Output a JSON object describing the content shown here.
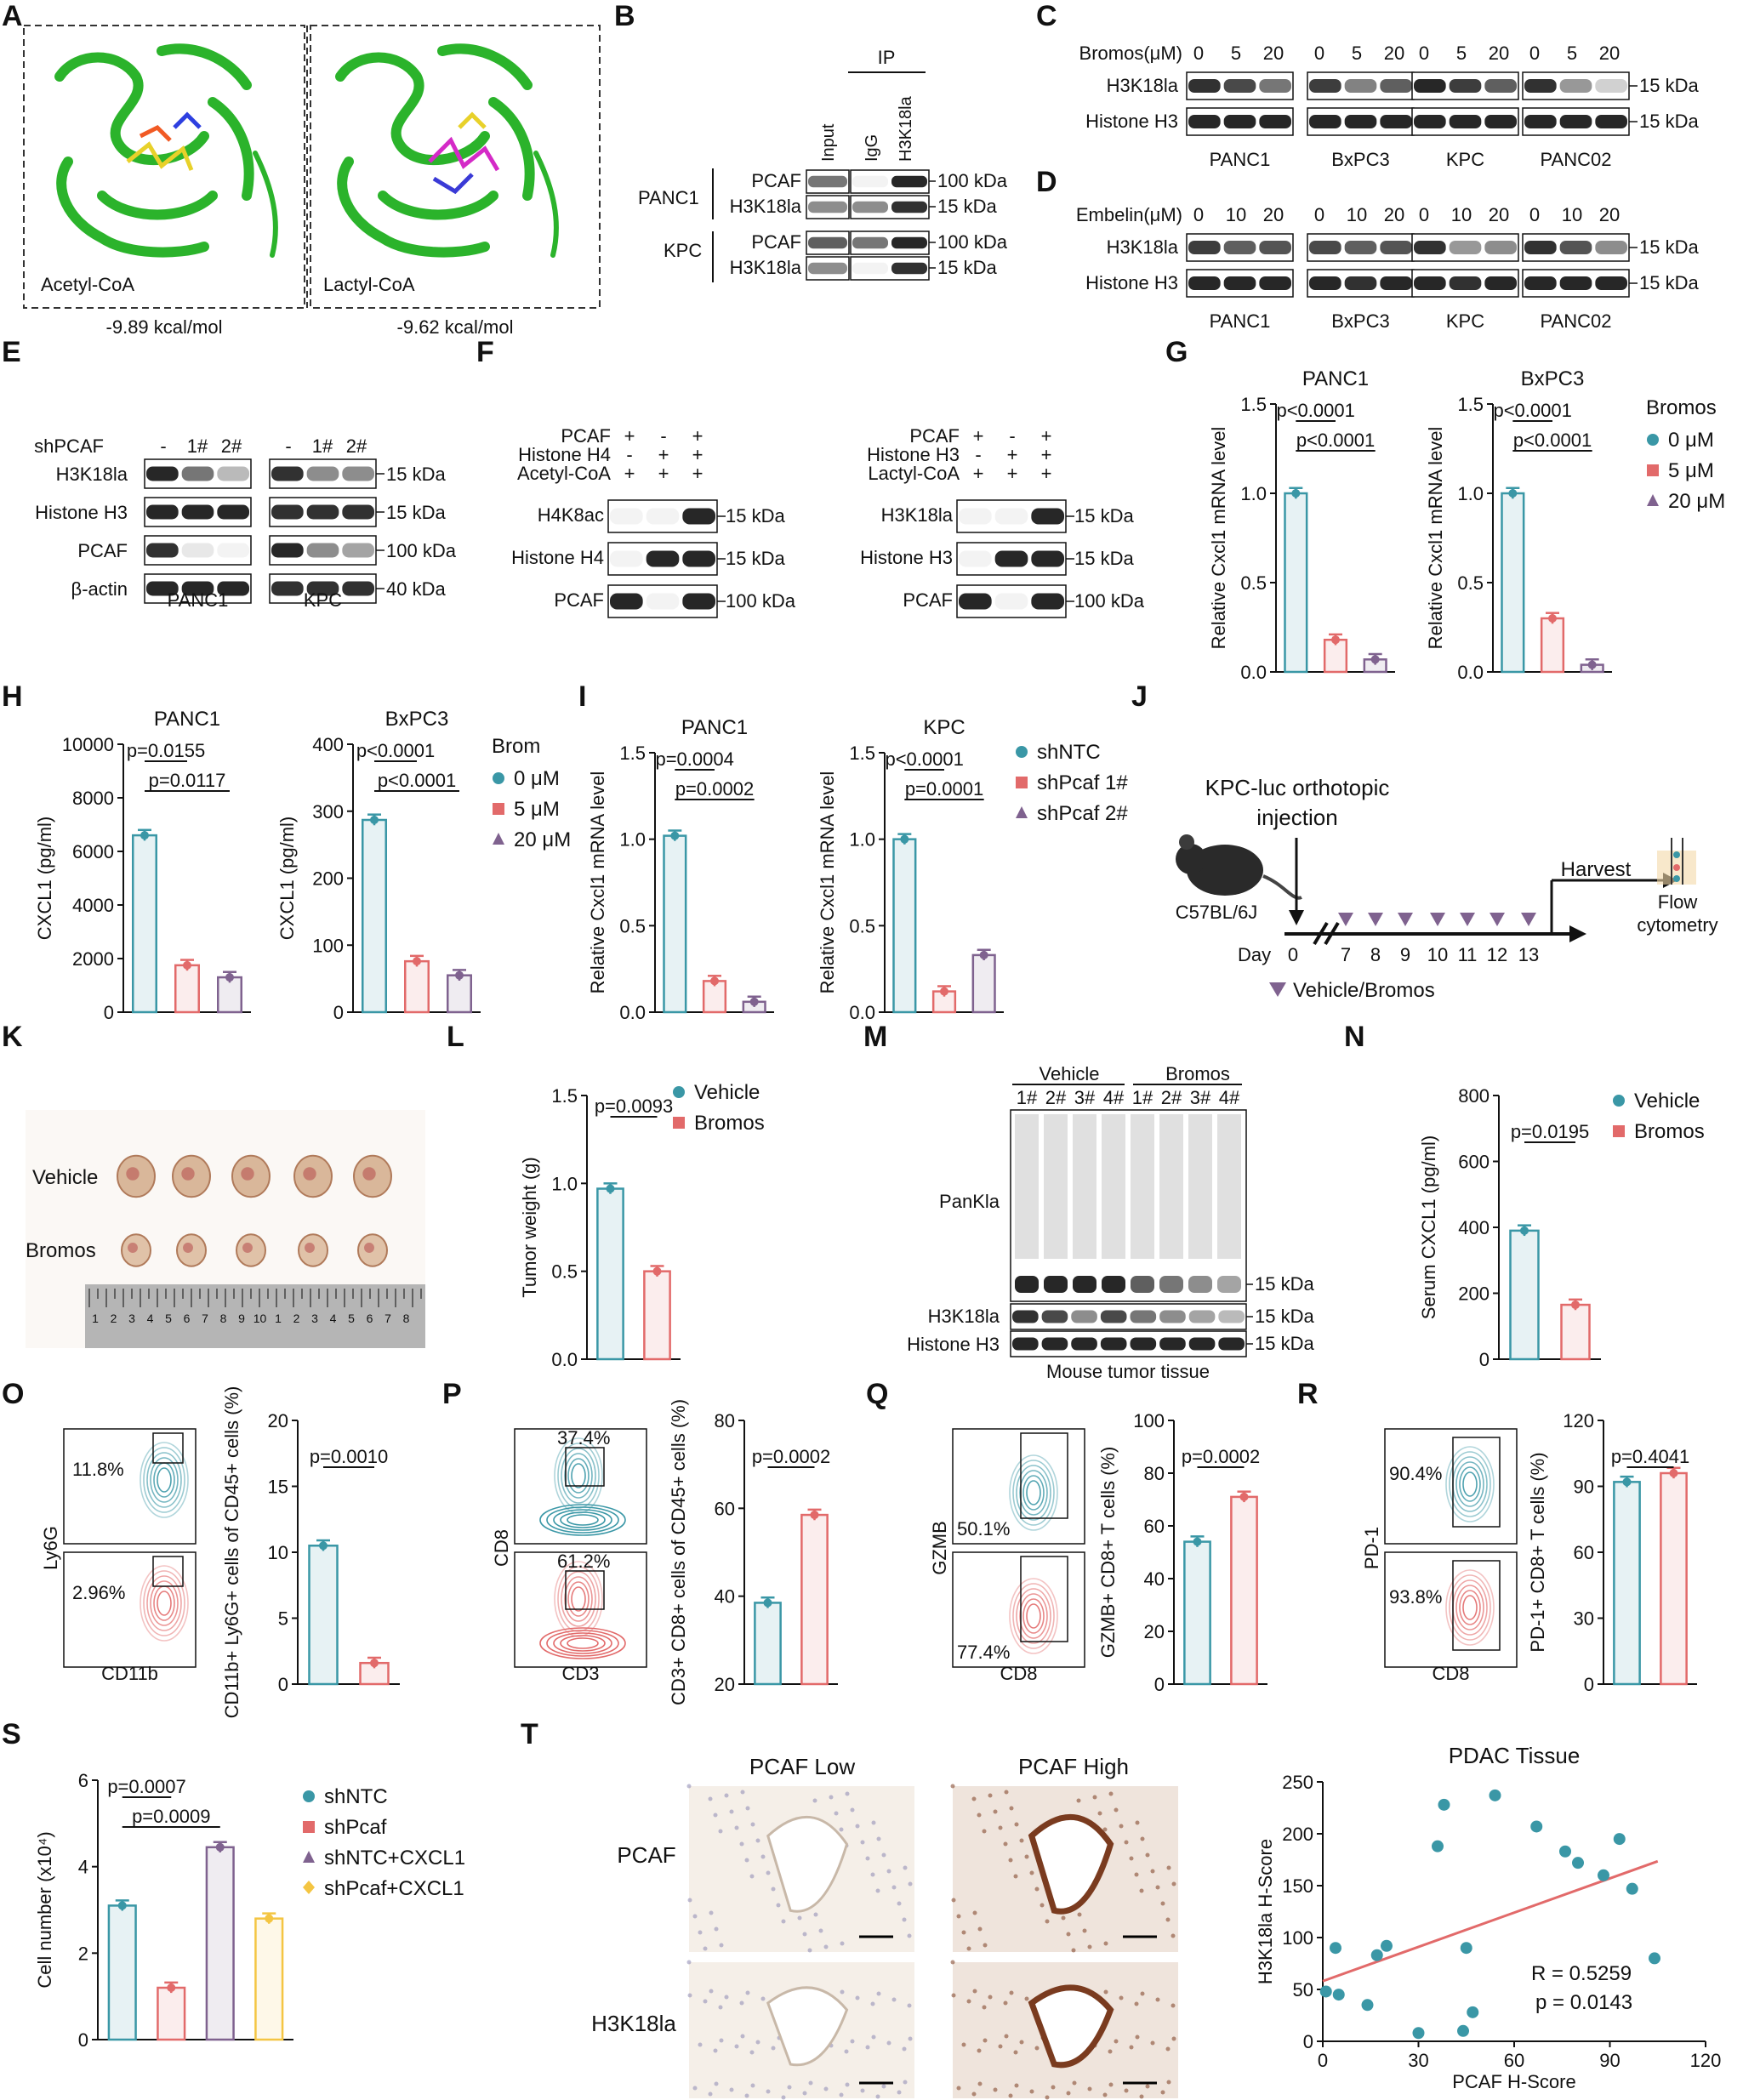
{
  "colors": {
    "teal": "#3a97a6",
    "red": "#e26a6a",
    "purple": "#7f628f",
    "yellow": "#f4c542",
    "blot": "#1b1b1b",
    "ihc_brown": "#7a3b1f",
    "tissue": "#f5efe8"
  },
  "panels": {
    "A": {
      "label": "A",
      "left": "Acetyl-CoA",
      "right": "Lactyl-CoA",
      "left_energy": "-9.89 kcal/mol",
      "right_energy": "-9.62 kcal/mol"
    },
    "B": {
      "label": "B",
      "ip": "IP",
      "cols": [
        "Input",
        "IgG",
        "H3K18la"
      ],
      "cells": [
        "PANC1",
        "KPC"
      ],
      "rows": [
        "PCAF",
        "H3K18la",
        "PCAF",
        "H3K18la"
      ],
      "sizes": [
        "100 kDa",
        "15 kDa",
        "100 kDa",
        "15 kDa"
      ]
    },
    "C": {
      "label": "C",
      "treat": "Bromos(μM)",
      "doses": [
        "0",
        "5",
        "20"
      ],
      "rows": [
        "H3K18la",
        "Histone H3"
      ],
      "sizes": [
        "15 kDa",
        "15 kDa"
      ],
      "cells": [
        "PANC1",
        "BxPC3",
        "KPC",
        "PANC02"
      ]
    },
    "D": {
      "label": "D",
      "treat": "Embelin(μM)",
      "doses": [
        "0",
        "10",
        "20"
      ],
      "rows": [
        "H3K18la",
        "Histone H3"
      ],
      "sizes": [
        "15 kDa",
        "15 kDa"
      ],
      "cells": [
        "PANC1",
        "BxPC3",
        "KPC",
        "PANC02"
      ]
    },
    "E": {
      "label": "E",
      "treat": "shPCAF",
      "lanes": [
        "-",
        "1#",
        "2#"
      ],
      "rows": [
        "H3K18la",
        "Histone H3",
        "PCAF",
        "β-actin"
      ],
      "sizes": [
        "15 kDa",
        "15 kDa",
        "100 kDa",
        "40 kDa"
      ],
      "cells": [
        "PANC1",
        "KPC"
      ]
    },
    "F": {
      "label": "F",
      "left_conditions": [
        "PCAF",
        "Histone H4",
        "Acetyl-CoA"
      ],
      "left_signs": [
        [
          "+",
          "-",
          "+"
        ],
        [
          "-",
          "+",
          "+"
        ],
        [
          "+",
          "+",
          "+"
        ]
      ],
      "left_rows": [
        "H4K8ac",
        "Histone H4",
        "PCAF"
      ],
      "right_conditions": [
        "PCAF",
        "Histone H3",
        "Lactyl-CoA"
      ],
      "right_signs": [
        [
          "+",
          "-",
          "+"
        ],
        [
          "-",
          "+",
          "+"
        ],
        [
          "+",
          "+",
          "+"
        ]
      ],
      "right_rows": [
        "H3K18la",
        "Histone H3",
        "PCAF"
      ],
      "sizes": [
        "15 kDa",
        "15 kDa",
        "100 kDa"
      ]
    },
    "G": {
      "label": "G",
      "legend_title": "Bromos",
      "legend": [
        "0 μM",
        "5 μM",
        "20 μM"
      ]
    },
    "H": {
      "label": "H",
      "legend_title": "Brom",
      "legend": [
        "0 μM",
        "5 μM",
        "20 μM"
      ]
    },
    "I": {
      "label": "I",
      "legend": [
        "shNTC",
        "shPcaf 1#",
        "shPcaf 2#"
      ]
    },
    "J": {
      "label": "J",
      "title1": "KPC-luc orthotopic",
      "title2": "injection",
      "mouse": "C57BL/6J",
      "day": "Day",
      "days": [
        "0",
        "7",
        "8",
        "9",
        "10",
        "11",
        "12",
        "13"
      ],
      "harvest": "Harvest",
      "flow1": "Flow",
      "flow2": "cytometry",
      "legend": "Vehicle/Bromos"
    },
    "K": {
      "label": "K",
      "rows": [
        "Vehicle",
        "Bromos"
      ],
      "ruler": [
        "1",
        "2",
        "3",
        "4",
        "5",
        "6",
        "7",
        "8",
        "9",
        "10",
        "1",
        "2",
        "3",
        "4",
        "5",
        "6",
        "7",
        "8"
      ]
    },
    "L": {
      "label": "L",
      "legend": [
        "Vehicle",
        "Bromos"
      ]
    },
    "M": {
      "label": "M",
      "groups": [
        "Vehicle",
        "Bromos"
      ],
      "lanes": [
        "1#",
        "2#",
        "3#",
        "4#",
        "1#",
        "2#",
        "3#",
        "4#"
      ],
      "rows": [
        "PanKla",
        "H3K18la",
        "Histone H3"
      ],
      "sizes": [
        "15 kDa",
        "15 kDa",
        "15 kDa"
      ],
      "caption": "Mouse tumor tissue"
    },
    "N": {
      "label": "N",
      "legend": [
        "Vehicle",
        "Bromos"
      ]
    },
    "O": {
      "label": "O",
      "xaxis": "CD11b",
      "yaxis": "Ly6G",
      "pct": [
        "11.8%",
        "2.96%"
      ]
    },
    "P": {
      "label": "P",
      "xaxis": "CD3",
      "yaxis": "CD8",
      "pct": [
        "37.4%",
        "61.2%"
      ]
    },
    "Q": {
      "label": "Q",
      "xaxis": "CD8",
      "yaxis": "GZMB",
      "pct": [
        "50.1%",
        "77.4%"
      ]
    },
    "R": {
      "label": "R",
      "xaxis": "CD8",
      "yaxis": "PD-1",
      "pct": [
        "90.4%",
        "93.8%"
      ]
    },
    "S": {
      "label": "S",
      "legend": [
        "shNTC",
        "shPcaf",
        "shNTC+CXCL1",
        "shPcaf+CXCL1"
      ]
    },
    "T": {
      "label": "T",
      "cols": [
        "PCAF Low",
        "PCAF High"
      ],
      "rows": [
        "PCAF",
        "H3K18la"
      ]
    }
  },
  "chart_data": [
    {
      "id": "G1",
      "type": "bar",
      "title": "PANC1",
      "categories": [
        "0 μM",
        "5 μM",
        "20 μM"
      ],
      "values": [
        1.0,
        0.18,
        0.07
      ],
      "ylabel": "Relative Cxcl1 mRNA level",
      "ylim": [
        0,
        1.5
      ],
      "yticks": [
        "0.0",
        "0.5",
        "1.0",
        "1.5"
      ],
      "annotations": [
        "p<0.0001",
        "p<0.0001"
      ]
    },
    {
      "id": "G2",
      "type": "bar",
      "title": "BxPC3",
      "categories": [
        "0 μM",
        "5 μM",
        "20 μM"
      ],
      "values": [
        1.0,
        0.3,
        0.04
      ],
      "ylabel": "Relative Cxcl1 mRNA level",
      "ylim": [
        0,
        1.5
      ],
      "yticks": [
        "0.0",
        "0.5",
        "1.0",
        "1.5"
      ],
      "annotations": [
        "p<0.0001",
        "p<0.0001"
      ]
    },
    {
      "id": "H1",
      "type": "bar",
      "title": "PANC1",
      "categories": [
        "0 μM",
        "5 μM",
        "20 μM"
      ],
      "values": [
        6600,
        1750,
        1300
      ],
      "ylabel": "CXCL1 (pg/ml)",
      "ylim": [
        0,
        10000
      ],
      "yticks": [
        "0",
        "2000",
        "4000",
        "6000",
        "8000",
        "10000"
      ],
      "annotations": [
        "p=0.0155",
        "p=0.0117"
      ]
    },
    {
      "id": "H2",
      "type": "bar",
      "title": "BxPC3",
      "categories": [
        "0 μM",
        "5 μM",
        "20 μM"
      ],
      "values": [
        287,
        76,
        55
      ],
      "ylabel": "CXCL1 (pg/ml)",
      "ylim": [
        0,
        400
      ],
      "yticks": [
        "0",
        "100",
        "200",
        "300",
        "400"
      ],
      "annotations": [
        "p<0.0001",
        "p<0.0001"
      ]
    },
    {
      "id": "I1",
      "type": "bar",
      "title": "PANC1",
      "categories": [
        "shNTC",
        "shPcaf 1#",
        "shPcaf 2#"
      ],
      "values": [
        1.02,
        0.18,
        0.06
      ],
      "ylabel": "Relative Cxcl1 mRNA level",
      "ylim": [
        0,
        1.5
      ],
      "yticks": [
        "0.0",
        "0.5",
        "1.0",
        "1.5"
      ],
      "annotations": [
        "p=0.0004",
        "p=0.0002"
      ]
    },
    {
      "id": "I2",
      "type": "bar",
      "title": "KPC",
      "categories": [
        "shNTC",
        "shPcaf 1#",
        "shPcaf 2#"
      ],
      "values": [
        1.0,
        0.12,
        0.33
      ],
      "ylabel": "Relative Cxcl1 mRNA level",
      "ylim": [
        0,
        1.5
      ],
      "yticks": [
        "0.0",
        "0.5",
        "1.0",
        "1.5"
      ],
      "annotations": [
        "p<0.0001",
        "p=0.0001"
      ]
    },
    {
      "id": "L",
      "type": "bar",
      "categories": [
        "Vehicle",
        "Bromos"
      ],
      "values": [
        0.97,
        0.5
      ],
      "ylabel": "Tumor weight (g)",
      "ylim": [
        0,
        1.5
      ],
      "yticks": [
        "0.0",
        "0.5",
        "1.0",
        "1.5"
      ],
      "annotations": [
        "p=0.0093"
      ]
    },
    {
      "id": "N",
      "type": "bar",
      "categories": [
        "Vehicle",
        "Bromos"
      ],
      "values": [
        390,
        165
      ],
      "ylabel": "Serum CXCL1 (pg/ml)",
      "ylim": [
        0,
        800
      ],
      "yticks": [
        "0",
        "200",
        "400",
        "600",
        "800"
      ],
      "annotations": [
        "p=0.0195"
      ]
    },
    {
      "id": "O",
      "type": "bar",
      "categories": [
        "Vehicle",
        "Bromos"
      ],
      "values": [
        10.5,
        1.6
      ],
      "ylabel": "CD11b+ Ly6G+ cells of CD45+ cells (%)",
      "ylim": [
        0,
        20
      ],
      "yticks": [
        "0",
        "5",
        "10",
        "15",
        "20"
      ],
      "annotations": [
        "p=0.0010"
      ]
    },
    {
      "id": "P",
      "type": "bar",
      "categories": [
        "Vehicle",
        "Bromos"
      ],
      "values": [
        38.5,
        58.5
      ],
      "ylabel": "CD3+ CD8+ cells of CD45+ cells (%)",
      "ylim": [
        20,
        80
      ],
      "yticks": [
        "20",
        "40",
        "60",
        "80"
      ],
      "annotations": [
        "p=0.0002"
      ]
    },
    {
      "id": "Q",
      "type": "bar",
      "categories": [
        "Vehicle",
        "Bromos"
      ],
      "values": [
        54,
        71
      ],
      "ylabel": "GZMB+ CD8+ T cells (%)",
      "ylim": [
        0,
        100
      ],
      "yticks": [
        "0",
        "20",
        "40",
        "60",
        "80",
        "100"
      ],
      "annotations": [
        "p=0.0002"
      ]
    },
    {
      "id": "R",
      "type": "bar",
      "categories": [
        "Vehicle",
        "Bromos"
      ],
      "values": [
        92,
        96
      ],
      "ylabel": "PD-1+ CD8+ T cells (%)",
      "ylim": [
        0,
        120
      ],
      "yticks": [
        "0",
        "30",
        "60",
        "90",
        "120"
      ],
      "annotations": [
        "p=0.4041"
      ]
    },
    {
      "id": "S",
      "type": "bar",
      "categories": [
        "shNTC",
        "shPcaf",
        "shNTC+CXCL1",
        "shPcaf+CXCL1"
      ],
      "values": [
        3.1,
        1.2,
        4.45,
        2.8
      ],
      "ylabel": "Cell number (x10⁴)",
      "ylim": [
        0,
        6
      ],
      "yticks": [
        "0",
        "2",
        "4",
        "6"
      ],
      "annotations": [
        "p=0.0007",
        "p=0.0009"
      ]
    },
    {
      "id": "T",
      "type": "scatter",
      "title": "PDAC Tissue",
      "xlabel": "PCAF H-Score",
      "ylabel": "H3K18la H-Score",
      "xlim": [
        0,
        120
      ],
      "ylim": [
        0,
        250
      ],
      "xticks": [
        "0",
        "30",
        "60",
        "90",
        "120"
      ],
      "yticks": [
        "0",
        "50",
        "100",
        "150",
        "200",
        "250"
      ],
      "x": [
        1,
        5,
        4,
        14,
        17,
        20,
        30,
        36,
        38,
        44,
        45,
        47,
        54,
        67,
        76,
        80,
        88,
        93,
        97,
        104
      ],
      "y": [
        48,
        45,
        90,
        35,
        83,
        92,
        8,
        188,
        228,
        10,
        90,
        28,
        237,
        207,
        183,
        172,
        160,
        195,
        147,
        80
      ],
      "fit": {
        "slope": 1.1,
        "intercept": 58
      },
      "annotations": [
        "R = 0.5259",
        "p =  0.0143"
      ]
    }
  ]
}
